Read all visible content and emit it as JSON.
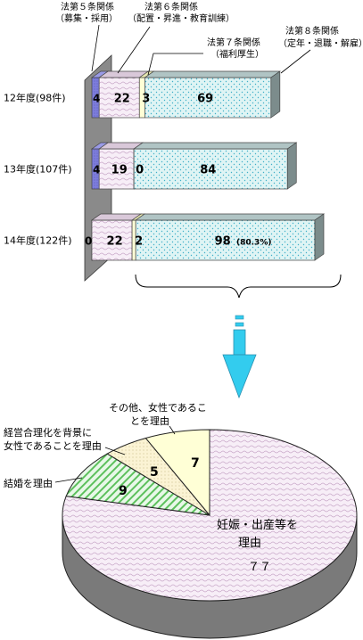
{
  "chart_data": [
    {
      "type": "bar",
      "orientation": "horizontal",
      "stacked": true,
      "categories": [
        "12年度(98件)",
        "13年度(107件)",
        "14年度(122件)"
      ],
      "series": [
        {
          "name": "法第５条関係",
          "sub": "（募集・採用）",
          "values": [
            4,
            4,
            0
          ],
          "color": "#7b7bdb"
        },
        {
          "name": "法第６条関係",
          "sub": "（配置・昇進・教育訓練）",
          "values": [
            22,
            19,
            22
          ],
          "color": "#f3e6f3"
        },
        {
          "name": "法第７条関係",
          "sub": "（福利厚生）",
          "values": [
            3,
            0,
            2
          ],
          "color": "#ffffcc"
        },
        {
          "name": "法第８条関係",
          "sub": "（定年・退職・解雇）",
          "values": [
            69,
            84,
            98
          ],
          "color": "#cceeee"
        }
      ],
      "annotations": [
        {
          "category": "14年度(122件)",
          "series": "法第８条関係",
          "text": "(80.3%)"
        }
      ],
      "xlim": [
        0,
        122
      ]
    },
    {
      "type": "pie",
      "slices": [
        {
          "label": "妊娠・出産等を理由",
          "value": 77,
          "color": "#f3e6f3"
        },
        {
          "label": "結婚を理由",
          "value": 9,
          "color": "#ccf0cc"
        },
        {
          "label": "経営合理化を背景に女性であることを理由",
          "value": 5,
          "color": "#fbf3d0"
        },
        {
          "label": "その他、女性であることを理由",
          "value": 7,
          "color": "#ffffcc"
        }
      ]
    }
  ],
  "legend_text": {
    "s5_line1": "法第５条関係",
    "s5_line2": "（募集・採用）",
    "s6_line1": "法第６条関係",
    "s6_line2": "（配置・昇進・教育訓練）",
    "s7_line1": "法第７条関係",
    "s7_line2": "（福利厚生）",
    "s8_line1": "法第８条関係",
    "s8_line2": "（定年・退職・解雇）"
  },
  "pie_text": {
    "main_line1": "妊娠・出産等を",
    "main_line2": "理由",
    "main_value": "７７",
    "marriage": "結婚を理由",
    "rational_line1": "経営合理化を背景に",
    "rational_line2": "女性であることを理由",
    "other_line1": "その他、女性であるこ",
    "other_line2": "とを理由"
  },
  "colors": {
    "axis_wall": "#808080",
    "depth_dark": "#7c8c8c",
    "depth_top": "#a8b8b8",
    "arrow": "#33ccee",
    "pie_side": "#7a7a7a"
  }
}
